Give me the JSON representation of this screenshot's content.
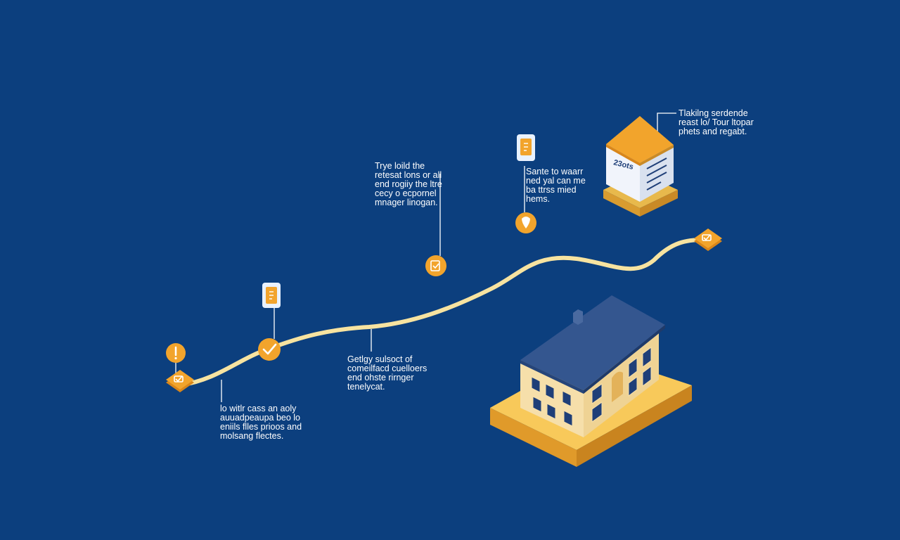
{
  "colors": {
    "background": "#0c3f7e",
    "path": "#f7e3a0",
    "accent_orange": "#f2a42c",
    "accent_orange_dark": "#d9861a",
    "leader_line": "#ffffff",
    "text": "#ffffff",
    "house_roof": "#34568f",
    "house_wall": "#f6dfaa",
    "house_base": "#f8c95a",
    "window": "#1f3f78"
  },
  "icons": {
    "start": "checkbox-icon",
    "step_exclaim": "exclamation-icon",
    "step_check": "checkmark-icon",
    "step_middle": "clipboard-icon",
    "step_pin": "pin-icon",
    "end": "checkbox-icon",
    "flag_1": "document-flag-icon",
    "flag_2": "document-flag-icon",
    "building": "document-box-icon",
    "house": "house-icon"
  },
  "captions": {
    "bottom_left": [
      "lo witlr cass an aoly",
      "auuadpeaupa beo lo",
      "eniils flles prioos and",
      "molsang flectes."
    ],
    "middle_bottom": [
      "Getlgy sulsoct of",
      "comeilfacd cuelloers",
      "end ohste rirnger",
      "tenelycat."
    ],
    "upper_middle": [
      "Trye loild the",
      "retesat lons or all",
      "end rogiiy the ltre",
      "cecy o ecpornel",
      "mnager linogan."
    ],
    "upper_right": [
      "Sante to waarr",
      "ned yal can me",
      "ba ttrss mied",
      "hems."
    ],
    "top_right": [
      "Tlakilng serdende",
      "reast lo/ Tour ltopar",
      "phets and regabt."
    ]
  },
  "building_box_label": "23ots"
}
